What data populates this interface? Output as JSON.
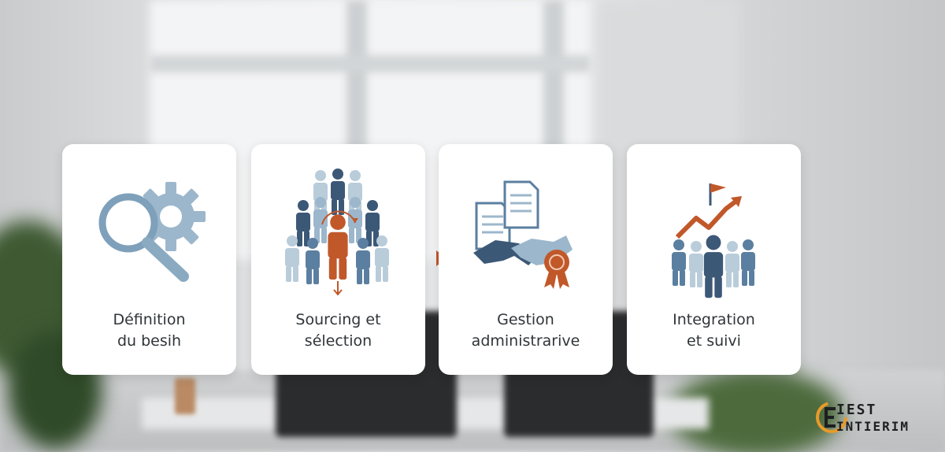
{
  "steps": [
    {
      "label_line1": "Définition",
      "label_line2": "du besih",
      "icon": "magnifier-gear-icon"
    },
    {
      "label_line1": "Sourcing et",
      "label_line2": "sélection",
      "icon": "people-selection-icon"
    },
    {
      "label_line1": "Gestion",
      "label_line2": "administrarive",
      "icon": "documents-handshake-icon"
    },
    {
      "label_line1": "Integration",
      "label_line2": "et suivi",
      "icon": "team-growth-icon"
    }
  ],
  "logo": {
    "line1": "IEST",
    "line2": "INTIERIM"
  },
  "colors": {
    "blue": "#5b7fa0",
    "light_blue": "#9cb7cc",
    "navy": "#3c5877",
    "orange": "#c1582a"
  }
}
